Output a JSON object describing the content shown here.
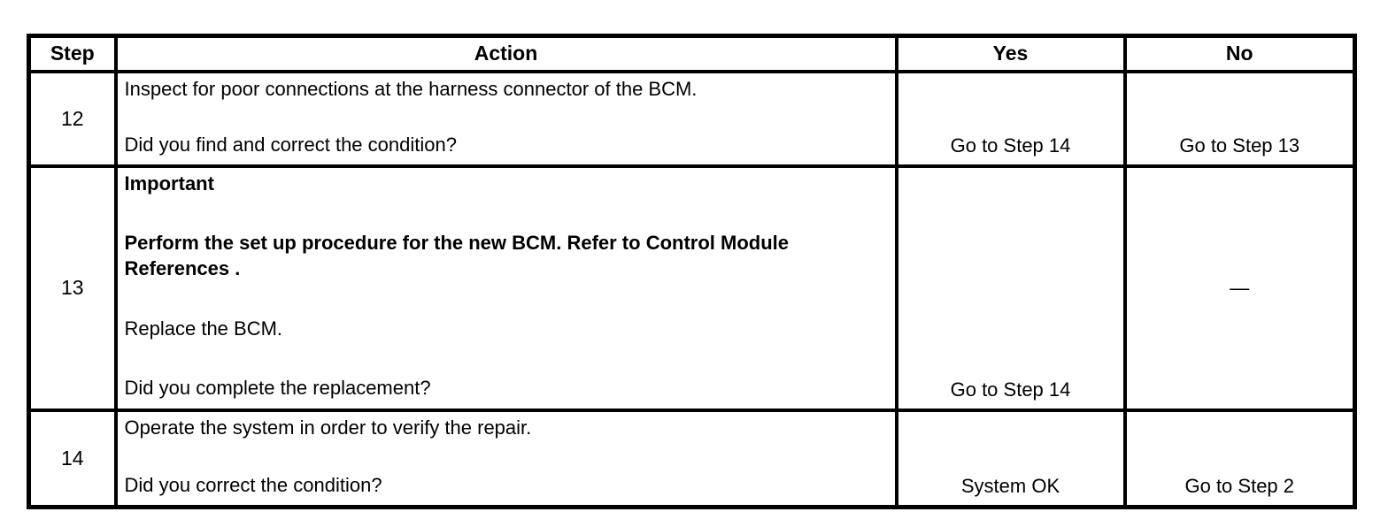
{
  "table": {
    "headers": [
      {
        "key": "step",
        "label": "Step"
      },
      {
        "key": "action",
        "label": "Action"
      },
      {
        "key": "yes",
        "label": "Yes"
      },
      {
        "key": "no",
        "label": "No"
      }
    ],
    "rows": [
      {
        "step": "12",
        "action_paragraphs": [
          {
            "text": "Inspect for poor connections at the harness connector of the BCM.",
            "bold": false
          },
          {
            "text": "Did you find and correct the condition?",
            "bold": false
          }
        ],
        "yes": "Go to Step 14",
        "no": "Go to Step 13"
      },
      {
        "step": "13",
        "action_paragraphs": [
          {
            "text": "Important",
            "bold": true
          },
          {
            "text": "Perform the set up procedure for the new BCM. Refer to Control Module References .",
            "bold": true
          },
          {
            "text": "Replace the BCM.",
            "bold": false
          },
          {
            "text": "Did you complete the replacement?",
            "bold": false
          }
        ],
        "yes": "Go to Step 14",
        "no": "—"
      },
      {
        "step": "14",
        "action_paragraphs": [
          {
            "text": "Operate the system in order to verify the repair.",
            "bold": false
          },
          {
            "text": "Did you correct the condition?",
            "bold": false
          }
        ],
        "yes": "System OK",
        "no": "Go to Step 2"
      }
    ]
  }
}
